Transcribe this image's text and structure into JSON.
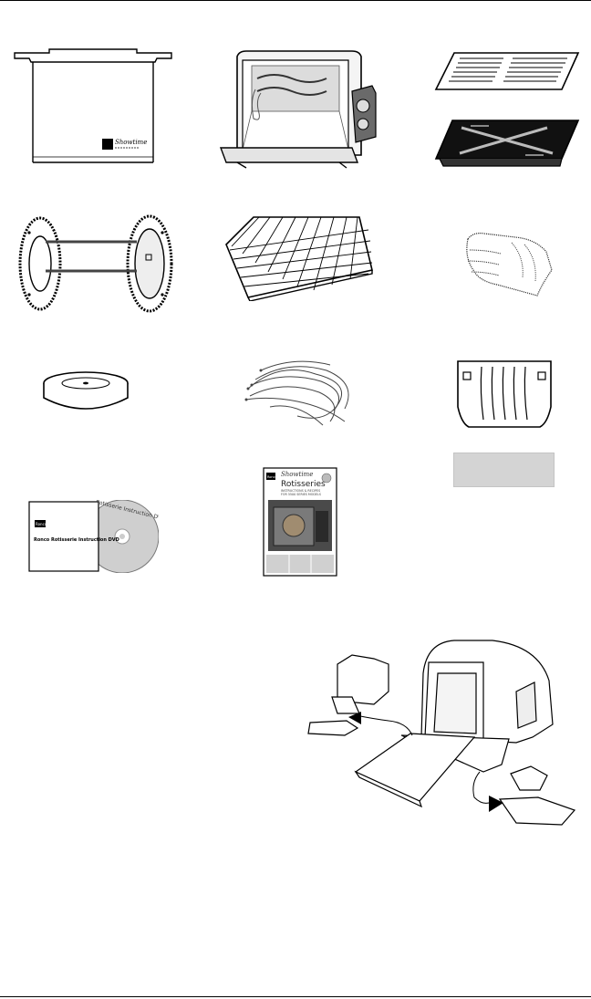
{
  "accessories": {
    "drip_tray_cover": {
      "brand_mark": "Showtime"
    },
    "instruction_dvd": {
      "sleeve_title": "Ronco Rotisserie Instruction DVD",
      "disc_label": "Rotisserie Instruction DVD",
      "sleeve_logo": "Ronco"
    },
    "manual": {
      "brand_script": "Showtime",
      "title": "Rotisseries",
      "subtitle_line1": "INSTRUCTIONS & RECIPES",
      "subtitle_line2": "FOR 5500 SERIES MODELS",
      "logo": "Ronco"
    }
  }
}
